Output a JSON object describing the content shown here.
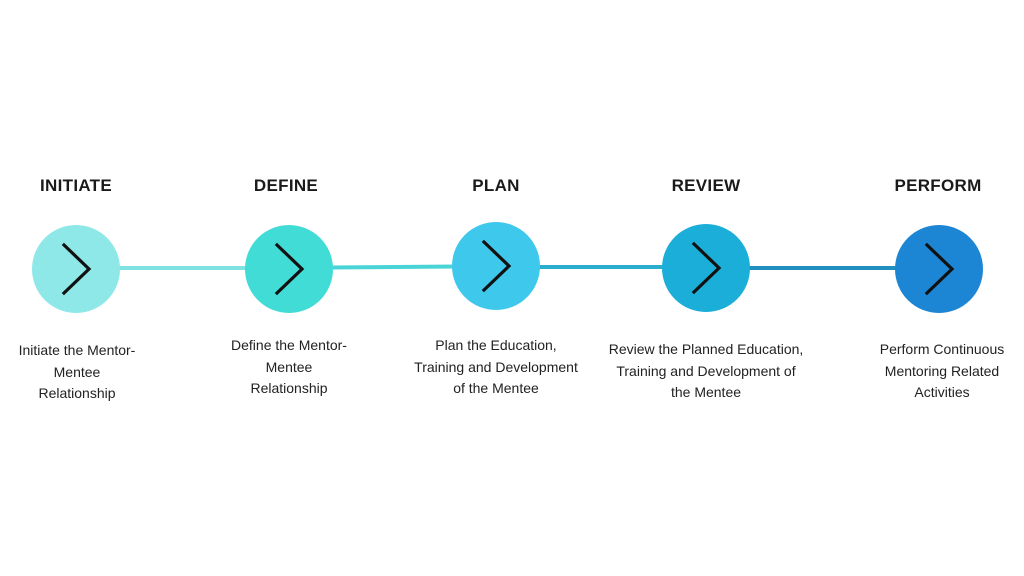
{
  "process": {
    "steps": [
      {
        "title": "INITIATE",
        "description": [
          "Initiate the Mentor-",
          "Mentee",
          "Relationship"
        ],
        "color": "#8ee8e8",
        "icon": "chevron-right-icon"
      },
      {
        "title": "DEFINE",
        "description": [
          "Define the Mentor-",
          "Mentee",
          "Relationship"
        ],
        "color": "#42dcd6",
        "icon": "chevron-right-icon"
      },
      {
        "title": "PLAN",
        "description": [
          "Plan the Education,",
          "Training and Development",
          "of the Mentee"
        ],
        "color": "#3ec8ec",
        "icon": "chevron-right-icon"
      },
      {
        "title": "REVIEW",
        "description": [
          "Review the Planned Education,",
          "Training and Development of",
          "the Mentee"
        ],
        "color": "#1aaed8",
        "icon": "chevron-right-icon"
      },
      {
        "title": "PERFORM",
        "description": [
          "Perform Continuous",
          "Mentoring Related",
          "Activities"
        ],
        "color": "#1c86d4",
        "icon": "chevron-right-icon"
      }
    ],
    "connector_colors": [
      "#7ee2e2",
      "#4ad4d8",
      "#2aaed0",
      "#1f8fbe"
    ]
  }
}
